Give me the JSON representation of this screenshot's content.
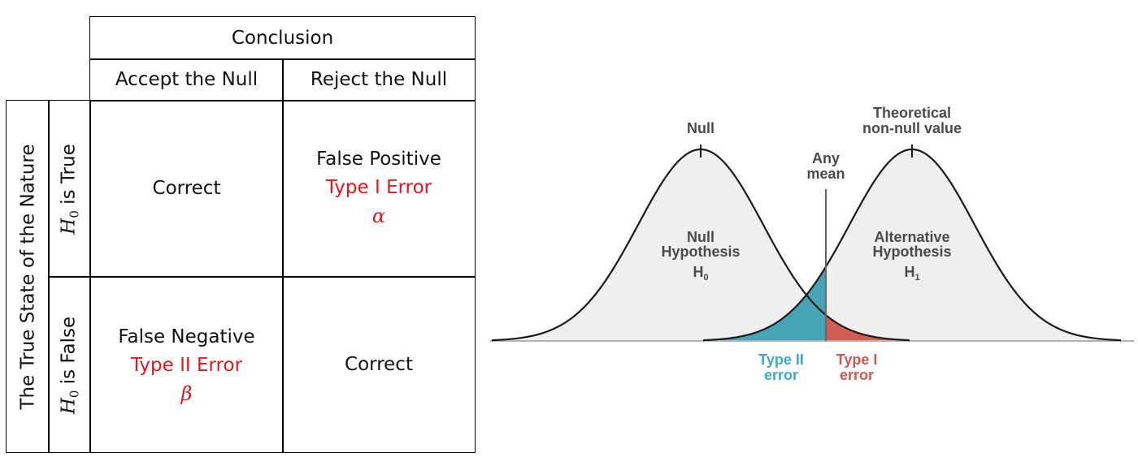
{
  "table": {
    "conclusion_header": "Conclusion",
    "col_accept": "Accept the Null",
    "col_reject": "Reject the Null",
    "nature_label": "The True State of the Nature",
    "row_true_h": "H",
    "row_true_sub": "0",
    "row_true_suffix": " is True",
    "row_false_h": "H",
    "row_false_sub": "0",
    "row_false_suffix": " is False",
    "cell_true_accept": "Correct",
    "cell_true_reject_line1": "False Positive",
    "cell_true_reject_line2": "Type I Error",
    "cell_true_reject_symbol": "α",
    "cell_false_accept_line1": "False Negative",
    "cell_false_accept_line2": "Type II Error",
    "cell_false_accept_symbol": "β",
    "cell_false_reject": "Correct"
  },
  "diagram": {
    "null_label": "Null",
    "theoretical_line1": "Theoretical",
    "theoretical_line2": "non-null value",
    "any_mean_line1": "Any",
    "any_mean_line2": "mean",
    "null_hyp_line1": "Null",
    "null_hyp_line2": "Hypothesis",
    "null_hyp_symbol": "H",
    "null_hyp_sub": "0",
    "alt_hyp_line1": "Alternative",
    "alt_hyp_line2": "Hypothesis",
    "alt_hyp_symbol": "H",
    "alt_hyp_sub": "1",
    "type2_line1": "Type II",
    "type2_line2": "error",
    "type1_line1": "Type I",
    "type1_line2": "error"
  },
  "colors": {
    "type_error_text": "#e8151b",
    "type2_fill": "#45a4b6",
    "type1_fill": "#d05c52",
    "curve_fill": "#efefef",
    "type2_label": "#3fa9c3",
    "type1_label": "#d0574c"
  }
}
